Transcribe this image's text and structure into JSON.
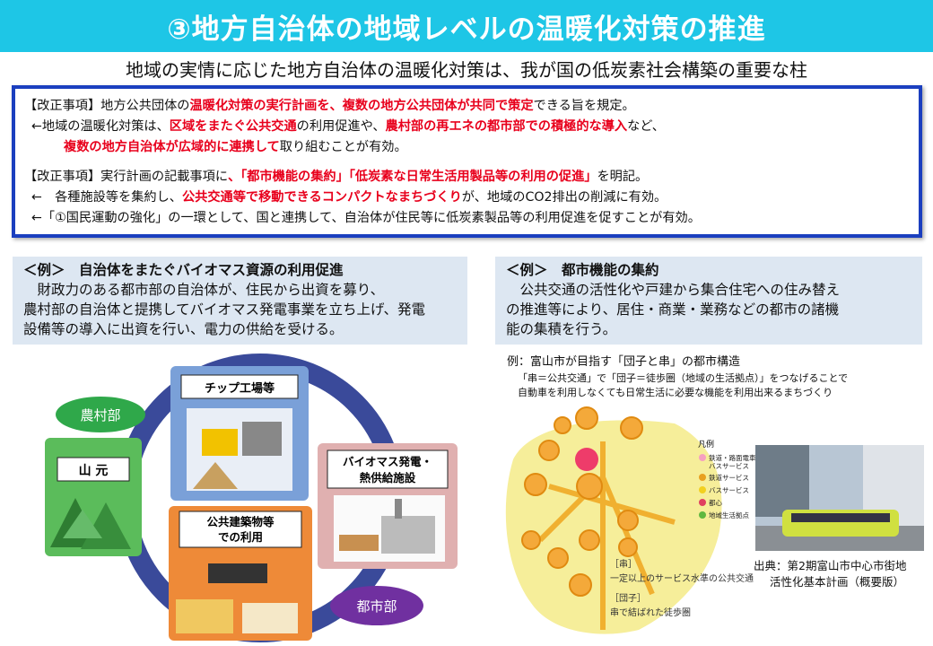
{
  "title": "③地方自治体の地域レベルの温暖化対策の推進",
  "subtitle": "地域の実情に応じた地方自治体の温暖化対策は、我が国の低炭素社会構築の重要な柱",
  "revision1": {
    "line1_a": "【改正事項】地方公共団体の",
    "line1_b": "温暖化対策の実行計画を、複数の地方公共団体が共同で策定",
    "line1_c": "できる旨を規定。",
    "line2_a": "←地域の温暖化対策は、",
    "line2_b": "区域をまたぐ公共交通",
    "line2_c": "の利用促進や、",
    "line2_d": "農村部の再エネの都市部での積極的な導入",
    "line2_e": "など、",
    "line3_a": "複数の地方自治体が広域的に連携して",
    "line3_b": "取り組むことが有効。"
  },
  "revision2": {
    "line1_a": "【改正事項】実行計画の記載事項に",
    "line1_b": "、「都市機能の集約」「低炭素な日常生活用製品等の利用の促進」",
    "line1_c": "を明記。",
    "line2_a": "←　各種施設等を集約し、",
    "line2_b": "公共交通等で移動できるコンパクトなまちづくり",
    "line2_c": "が、地域のCO2排出の削減に有効。",
    "line3": "←「①国民運動の強化」の一環として、国と連携して、自治体が住民等に低炭素製品等の利用促進を促すことが有効。"
  },
  "example_left": {
    "heading": "＜例＞　自治体をまたぐバイオマス資源の利用促進",
    "line1": "　財政力のある都市部の自治体が、住民から出資を募り、",
    "line2": "農村部の自治体と提携してバイオマス発電事業を立ち上げ、発電",
    "line3": "設備等の導入に出資を行い、電力の供給を受ける。"
  },
  "example_right": {
    "heading": "＜例＞　都市機能の集約",
    "line1": "　公共交通の活性化や戸建から集合住宅への住み替え",
    "line2": "の推進等により、居住・商業・業務などの都市の諸機",
    "line3": "能の集積を行う。"
  },
  "diagram": {
    "rural_label": "農村部",
    "urban_label": "都市部",
    "mountain": "山 元",
    "chip_factory": "チップ工場等",
    "biomass_line1": "バイオマス発電・",
    "biomass_line2": "熱供給施設",
    "public_line1": "公共建築物等",
    "public_line2": "での利用"
  },
  "toyama": {
    "caption": "例：富山市が目指す「団子と串」の都市構造",
    "desc1": "「串＝公共交通」で「団子＝徒歩圏（地域の生活拠点）」をつなげることで",
    "desc2": "自動車を利用しなくても日常生活に必要な機能を利用出来るまちづくり",
    "legend_title": "凡例",
    "legend_items": [
      {
        "label": "鉄道・路面電車・",
        "label2": "バスサービス",
        "color": "#f6a0c0"
      },
      {
        "label": "鉄道サービス",
        "label2": "",
        "color": "#e8a020"
      },
      {
        "label": "バスサービス",
        "label2": "",
        "color": "#f2d020"
      },
      {
        "label": "都心",
        "label2": "",
        "color": "#e04060"
      },
      {
        "label": "地域生活拠点",
        "label2": "",
        "color": "#60b840"
      }
    ],
    "note_kushi": "［串］",
    "note_kushi_desc": "一定以上のサービス水準の公共交通",
    "note_dango": "［団子］",
    "note_dango_desc": "串で結ばれた徒歩圏",
    "source1": "出典：第2期富山市中心市街地",
    "source2": "活性化基本計画（概要版）"
  }
}
